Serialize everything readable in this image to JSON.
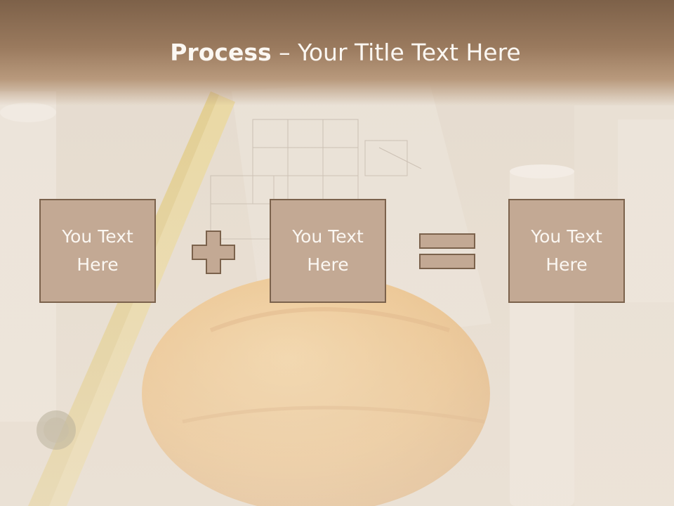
{
  "slide": {
    "title_bold": "Process",
    "title_rest": " – Your Title Text Here",
    "boxes": [
      {
        "label": "You Text Here"
      },
      {
        "label": "You Text Here"
      },
      {
        "label": "You Text Here"
      }
    ],
    "operators": [
      "plus-icon",
      "equals-icon"
    ],
    "colors": {
      "title_bar": "#8f6f54",
      "box_fill": "#c3a994",
      "box_border": "#7b624c",
      "text": "#fbf7f2"
    }
  }
}
